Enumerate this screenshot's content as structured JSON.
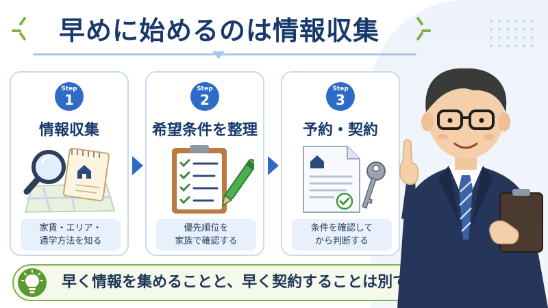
{
  "title": "早めに始めるのは情報収集",
  "steps": [
    {
      "badge_label": "Step",
      "number": "1",
      "title": "情報収集",
      "desc_lines": [
        "家賃・エリア・",
        "通学方法を知る"
      ],
      "icons": [
        "magnifier-icon",
        "notepad-house-icon",
        "map-pin-icon"
      ]
    },
    {
      "badge_label": "Step",
      "number": "2",
      "title": "希望条件を整理",
      "desc_lines": [
        "優先順位を",
        "家族で確認する"
      ],
      "icons": [
        "clipboard-checklist-icon",
        "pen-icon"
      ]
    },
    {
      "badge_label": "Step",
      "number": "3",
      "title": "予約・契約",
      "desc_lines": [
        "条件を確認して",
        "から判断する"
      ],
      "icons": [
        "contract-document-icon",
        "key-icon",
        "check-circle-icon"
      ]
    }
  ],
  "banner": {
    "text": "早く情報を集めることと、早く契約することは別です",
    "icon": "lightbulb-icon"
  },
  "colors": {
    "navy": "#17396b",
    "step_blue": "#2e6bc7",
    "card_border": "#c9daf1",
    "desc_bg": "#e8f0fb",
    "green": "#7cb342",
    "banner_bg": "#f4f9ec"
  }
}
